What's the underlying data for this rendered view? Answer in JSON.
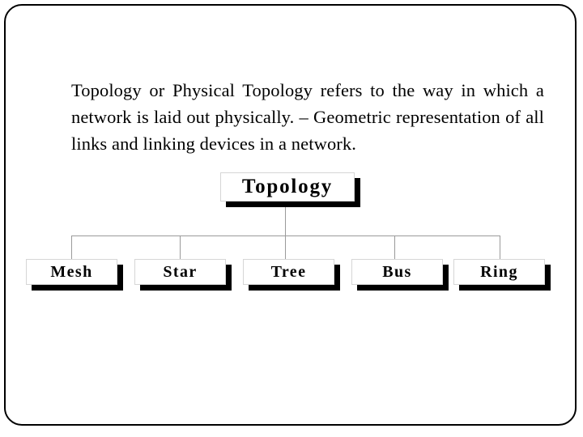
{
  "slide": {
    "body_text": "Topology or Physical Topology refers to the way in which a network is laid out physically. – Geometric representation of all links and linking devices in a network."
  },
  "diagram": {
    "root": {
      "label": "Topology"
    },
    "leaves": [
      {
        "label": "Mesh"
      },
      {
        "label": "Star"
      },
      {
        "label": "Tree"
      },
      {
        "label": "Bus"
      },
      {
        "label": "Ring"
      }
    ]
  },
  "chart_data": {
    "type": "tree-diagram",
    "title": "Topology",
    "root": "Topology",
    "children": [
      "Mesh",
      "Star",
      "Tree",
      "Bus",
      "Ring"
    ],
    "edges": [
      [
        "Topology",
        "Mesh"
      ],
      [
        "Topology",
        "Star"
      ],
      [
        "Topology",
        "Tree"
      ],
      [
        "Topology",
        "Bus"
      ],
      [
        "Topology",
        "Ring"
      ]
    ],
    "colors": {
      "box_fill": "#ffffff",
      "box_border": "#d6d6d6",
      "box_shadow": "#000000",
      "connector": "#9a9a9a",
      "text": "#000000",
      "frame": "#000000",
      "background": "#ffffff"
    }
  }
}
